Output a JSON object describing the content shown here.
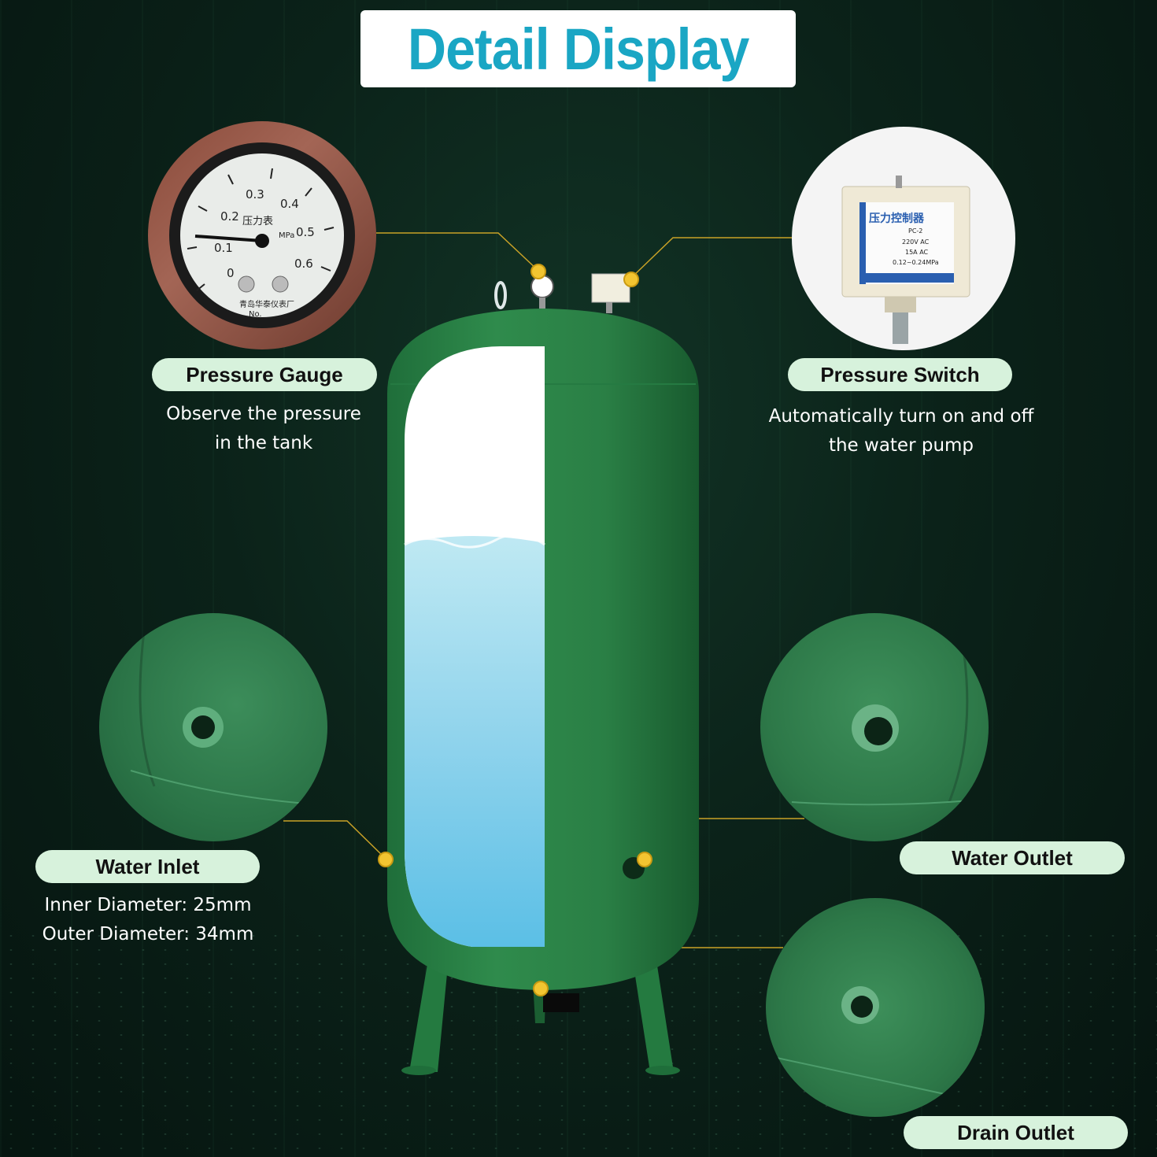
{
  "title": "Detail Display",
  "features": {
    "pressure_gauge": {
      "label": "Pressure Gauge",
      "desc_line1": "Observe the pressure",
      "desc_line2": "in the tank"
    },
    "pressure_switch": {
      "label": "Pressure Switch",
      "desc_line1": "Automatically turn on and off",
      "desc_line2": "the water pump"
    },
    "water_inlet": {
      "label": "Water Inlet",
      "desc_line1": "Inner Diameter: 25mm",
      "desc_line2": "Outer Diameter: 34mm"
    },
    "water_outlet": {
      "label": "Water Outlet"
    },
    "drain_outlet": {
      "label": "Drain Outlet"
    }
  },
  "gauge": {
    "ticks": [
      "0",
      "0.1",
      "0.2",
      "0.3",
      "0.4",
      "0.5",
      "0.6"
    ],
    "name": "压力表",
    "unit": "MPa",
    "maker": "青岛华泰仪表厂",
    "no": "No. _ _ _ _"
  },
  "switch_label": {
    "name": "压力控制器",
    "rows": [
      "PC-2",
      "220V AC",
      "15A AC",
      "0.12~0.24MPa"
    ]
  },
  "colors": {
    "title": "#1aa6c4",
    "pill": "#d7f2dc",
    "tank": "#2f8b4c",
    "leader": "#c9a227"
  }
}
